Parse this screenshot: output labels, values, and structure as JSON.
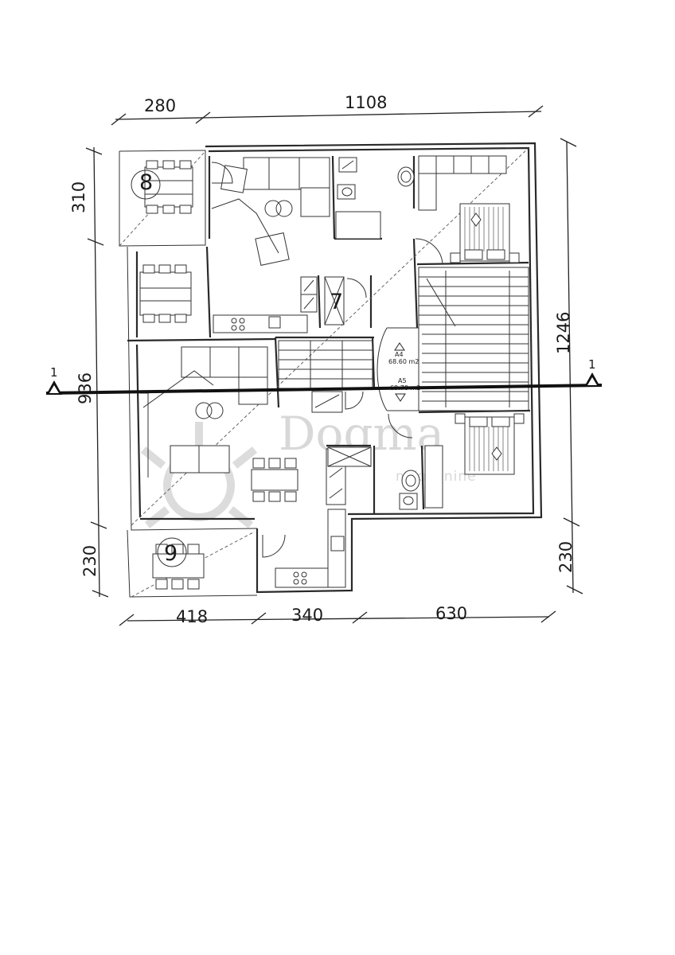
{
  "dimensions": {
    "top": [
      "280",
      "1108"
    ],
    "bottom": [
      "418",
      "340",
      "630"
    ],
    "left": [
      "310",
      "936",
      "230"
    ],
    "right": [
      "1246",
      "230"
    ]
  },
  "rooms": {
    "r8": "8",
    "r7": "7",
    "r9": "9"
  },
  "units": {
    "a4_name": "A4",
    "a4_area": "68.60 m2",
    "a5_name": "A5",
    "a5_area": "69.70 m2"
  },
  "section": {
    "left_label": "1",
    "right_label": "1"
  },
  "watermark": {
    "brand": "Dogma",
    "sub": "nekretnine"
  }
}
